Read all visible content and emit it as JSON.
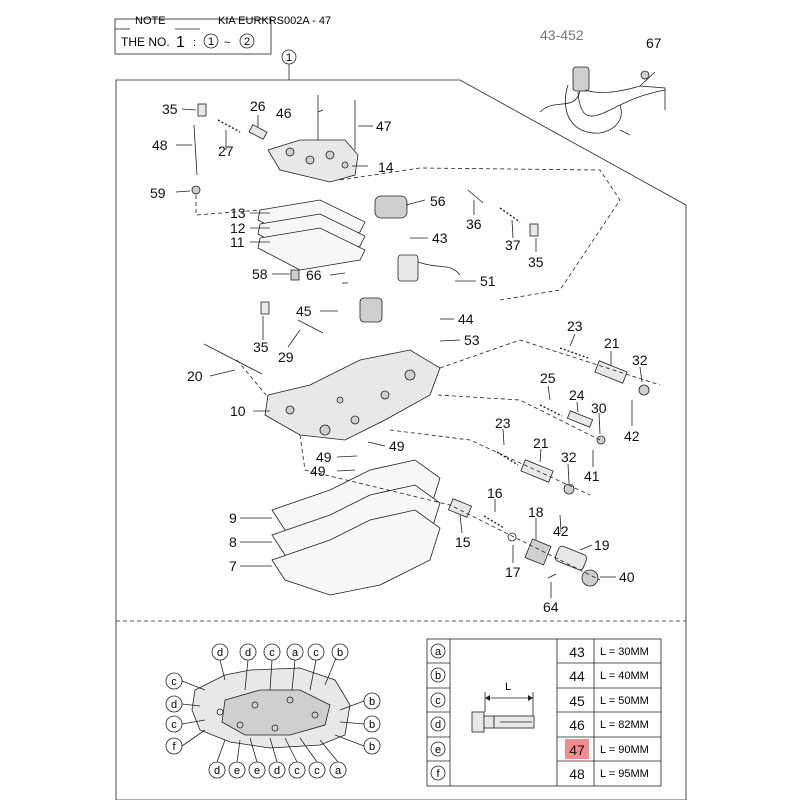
{
  "note": {
    "title": "NOTE",
    "the_no_label": "THE NO.",
    "one": "1",
    "colon": ":",
    "c1": "1",
    "tilde": "~",
    "c2": "2"
  },
  "code": "KIA EURKRS002A - 47",
  "main_callout": "1",
  "harness_callout": "43-452",
  "parts": {
    "p67": "67",
    "p35a": "35",
    "p26": "26",
    "p46": "46",
    "p47": "47",
    "p48": "48",
    "p27": "27",
    "p14": "14",
    "p59": "59",
    "p56": "56",
    "p36": "36",
    "p13": "13",
    "p12": "12",
    "p11": "11",
    "p43": "43",
    "p37": "37",
    "p35b": "35",
    "p58": "58",
    "p66": "66",
    "p51": "51",
    "p45": "45",
    "p44": "44",
    "p35c": "35",
    "p29": "29",
    "p53": "53",
    "p23a": "23",
    "p21a": "21",
    "p32a": "32",
    "p20": "20",
    "p25": "25",
    "p24": "24",
    "p30": "30",
    "p42a": "42",
    "p10": "10",
    "p49a": "49",
    "p49b": "49",
    "p49c": "49",
    "p23b": "23",
    "p21b": "21",
    "p41": "41",
    "p32b": "32",
    "p16": "16",
    "p9": "9",
    "p8": "8",
    "p7": "7",
    "p18": "18",
    "p15": "15",
    "p42b": "42",
    "p19": "19",
    "p17": "17",
    "p40": "40",
    "p64": "64"
  },
  "bolt_diagram": {
    "top_row": [
      "d",
      "d",
      "c",
      "a",
      "c",
      "b"
    ],
    "left_col": [
      "c",
      "d",
      "c",
      "f"
    ],
    "right_col": [
      "b",
      "b",
      "b"
    ],
    "bottom_row": [
      "d",
      "e",
      "e",
      "d",
      "c",
      "c",
      "a"
    ],
    "left_top": "c"
  },
  "bolt_table": {
    "dim_label": "L",
    "rows": [
      {
        "key": "a",
        "part": "43",
        "length": "L = 30MM",
        "highlight": false
      },
      {
        "key": "b",
        "part": "44",
        "length": "L = 40MM",
        "highlight": false
      },
      {
        "key": "c",
        "part": "45",
        "length": "L = 50MM",
        "highlight": false
      },
      {
        "key": "d",
        "part": "46",
        "length": "L = 82MM",
        "highlight": false
      },
      {
        "key": "e",
        "part": "47",
        "length": "L = 90MM",
        "highlight": true
      },
      {
        "key": "f",
        "part": "48",
        "length": "L = 95MM",
        "highlight": false
      }
    ],
    "highlight_color": "#f28b8b"
  }
}
